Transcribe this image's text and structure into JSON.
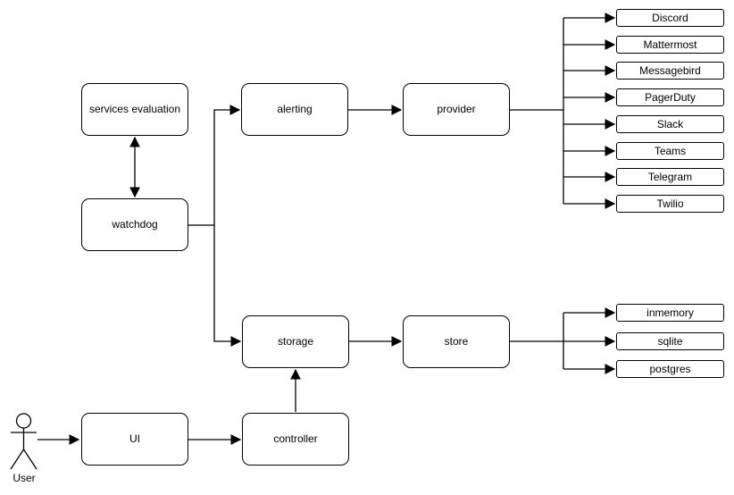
{
  "nodes": {
    "services_evaluation": "services evaluation",
    "watchdog": "watchdog",
    "alerting": "alerting",
    "provider": "provider",
    "storage": "storage",
    "store": "store",
    "ui": "UI",
    "controller": "controller"
  },
  "providers": [
    "Discord",
    "Mattermost",
    "Messagebird",
    "PagerDuty",
    "Slack",
    "Teams",
    "Telegram",
    "Twilio"
  ],
  "stores": [
    "inmemory",
    "sqlite",
    "postgres"
  ],
  "actor": {
    "label": "User"
  },
  "colors": {
    "stroke": "#000000",
    "node_fill": "#ffffff",
    "background": "#ffffff",
    "text": "#000000"
  }
}
